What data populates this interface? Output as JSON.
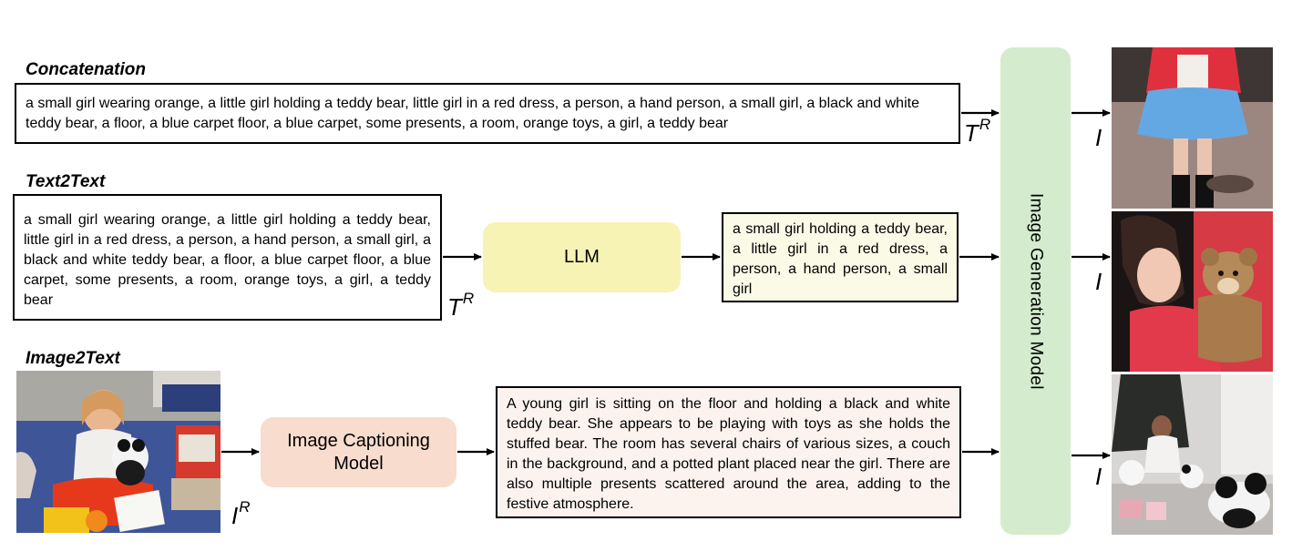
{
  "sections": {
    "concatenation": {
      "title": "Concatenation",
      "text": "a small girl wearing orange, a little girl holding a teddy bear, little girl in a red dress, a person, a hand person, a small girl, a black and white teddy bear, a floor, a blue carpet floor, a blue carpet, some presents, a room, orange toys, a girl, a teddy bear"
    },
    "text2text": {
      "title": "Text2Text",
      "text": "a small girl wearing orange, a little girl holding a teddy bear, little girl in a red dress, a person, a hand person, a small girl, a black and white teddy bear, a floor, a blue carpet floor, a blue carpet, some presents, a room, orange toys, a girl, a teddy bear",
      "model_label": "LLM",
      "output_text": "a small girl holding a teddy bear, a little girl in a red dress, a person, a hand person, a small girl"
    },
    "image2text": {
      "title": "Image2Text",
      "model_label": "Image Captioning Model",
      "output_text": "A young girl is sitting on the floor and holding a black and white teddy bear. She appears to be playing with toys as she holds the stuffed bear. The room has several chairs of various sizes, a couch in the background, and a potted plant placed near the girl. There are also multiple presents scattered around the area, adding to the festive atmosphere."
    }
  },
  "symbols": {
    "text_ref": "T",
    "image_ref": "I",
    "ref_superscript": "R",
    "output": "I"
  },
  "generator_label": "Image Generation Model",
  "colors": {
    "llm_fill": "#f6f3b4",
    "llm_output_fill": "#fbfae6",
    "captioner_fill": "#f8dccd",
    "caption_output_fill": "#fdf3ee",
    "generator_fill": "#d4eccd"
  },
  "icons": {
    "reference_photo": "girl-with-teddy-on-blue-carpet",
    "output_1": "generated-girl-legs-blue-skirt",
    "output_2": "generated-girl-hugging-teddy",
    "output_3": "generated-girl-with-plush-toys"
  }
}
